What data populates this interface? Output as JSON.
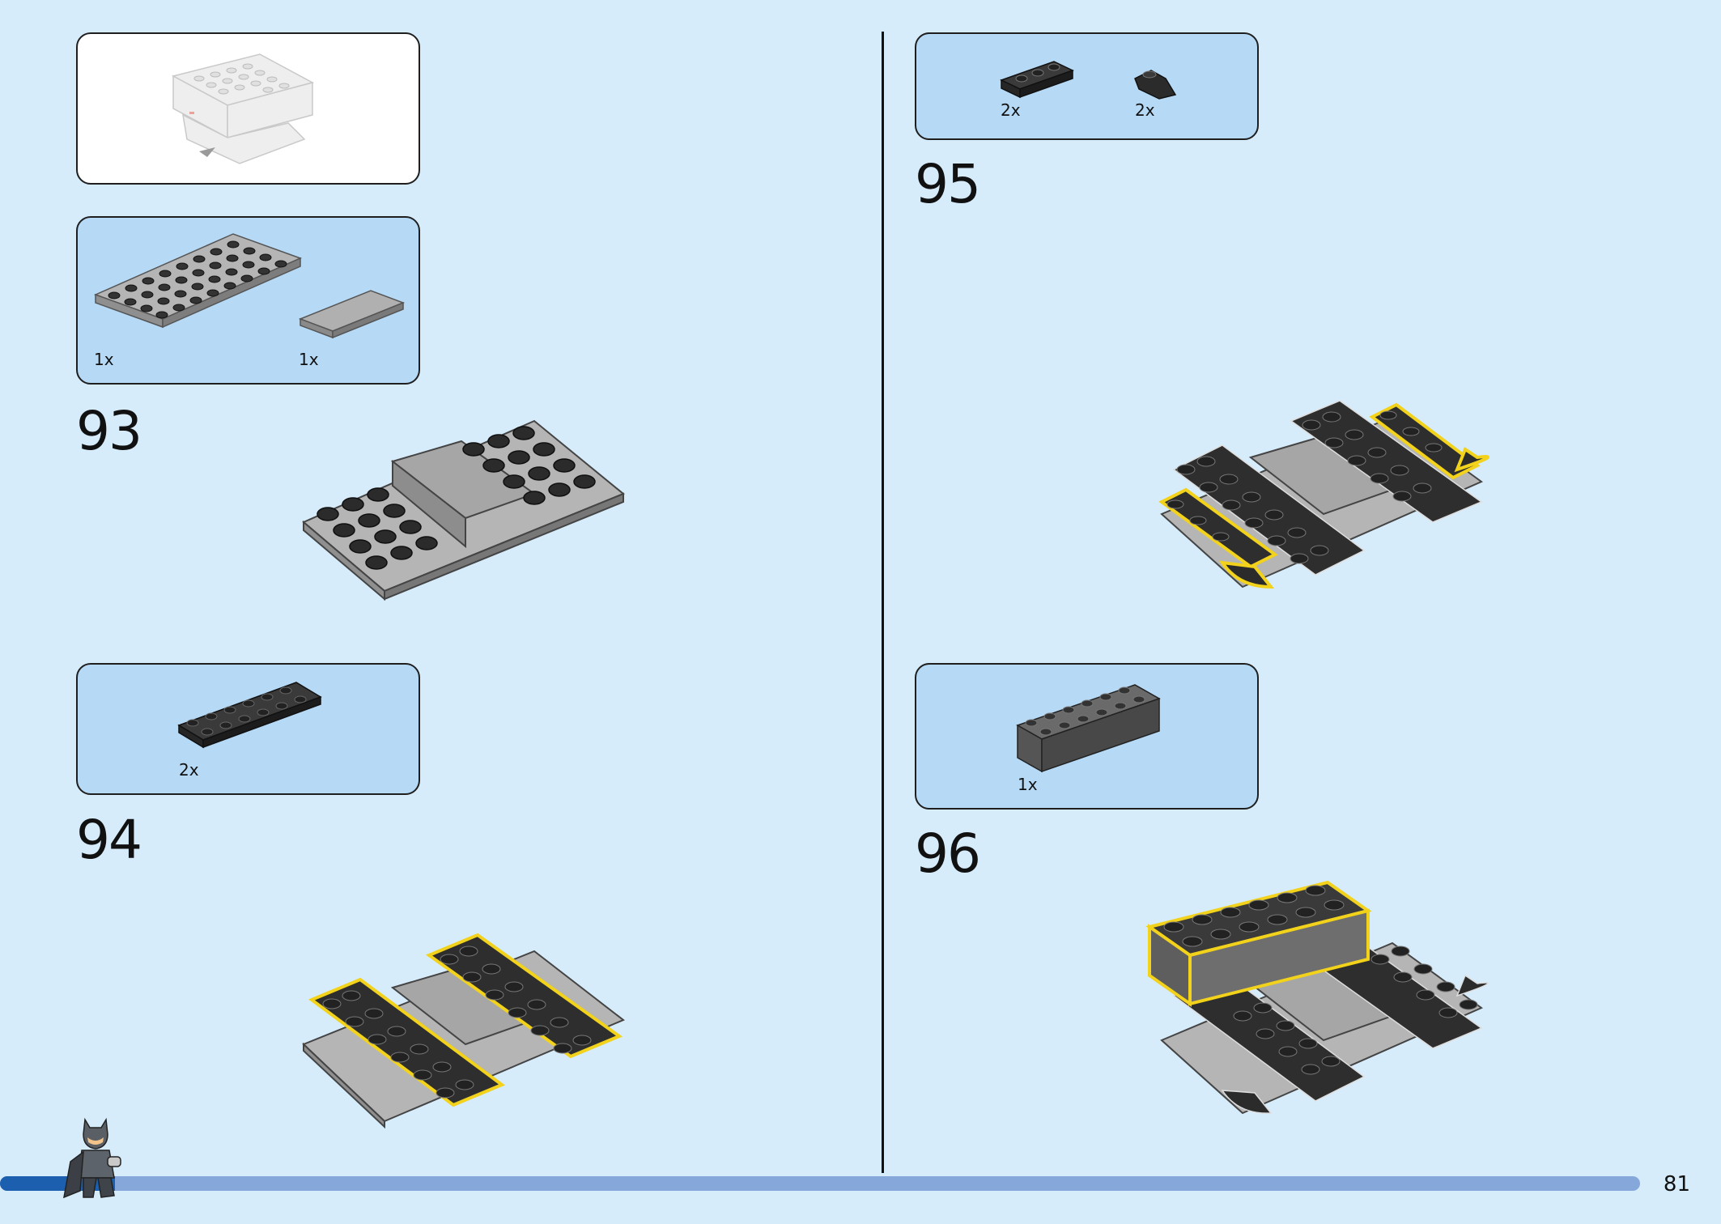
{
  "steps": [
    {
      "number": "93",
      "parts": [
        {
          "qty": "1x"
        },
        {
          "qty": "1x"
        }
      ]
    },
    {
      "number": "94",
      "parts": [
        {
          "qty": "2x"
        }
      ]
    },
    {
      "number": "95",
      "parts": [
        {
          "qty": "2x"
        },
        {
          "qty": "2x"
        }
      ]
    },
    {
      "number": "96",
      "parts": [
        {
          "qty": "1x"
        }
      ]
    }
  ],
  "footer": {
    "page_number": "81",
    "progress_fraction": 0.07
  },
  "colors": {
    "background": "#d6ecfb",
    "parts_box": "#b6d9f5",
    "black_brick": "#2b2b2b",
    "grey_brick": "#9a9a9a",
    "highlight": "#f2d21b",
    "progress_track": "#86a7d9",
    "progress_fill": "#1b5fae"
  },
  "icons": {
    "minifig": "batman-minifigure-icon"
  }
}
